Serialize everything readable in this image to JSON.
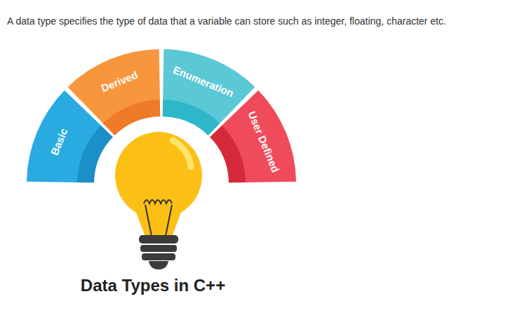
{
  "diagram": {
    "title": "Data Types in C++",
    "nodes": [
      {
        "text": [
          "Basic"
        ]
      },
      {
        "text": [
          "Derived"
        ]
      },
      {
        "text": [
          "Enumeration"
        ]
      },
      {
        "text": [
          "User Defined"
        ]
      }
    ],
    "labels": [
      "A data type specifies the type of data that a variable can store such as integer, floating, character etc."
    ]
  }
}
